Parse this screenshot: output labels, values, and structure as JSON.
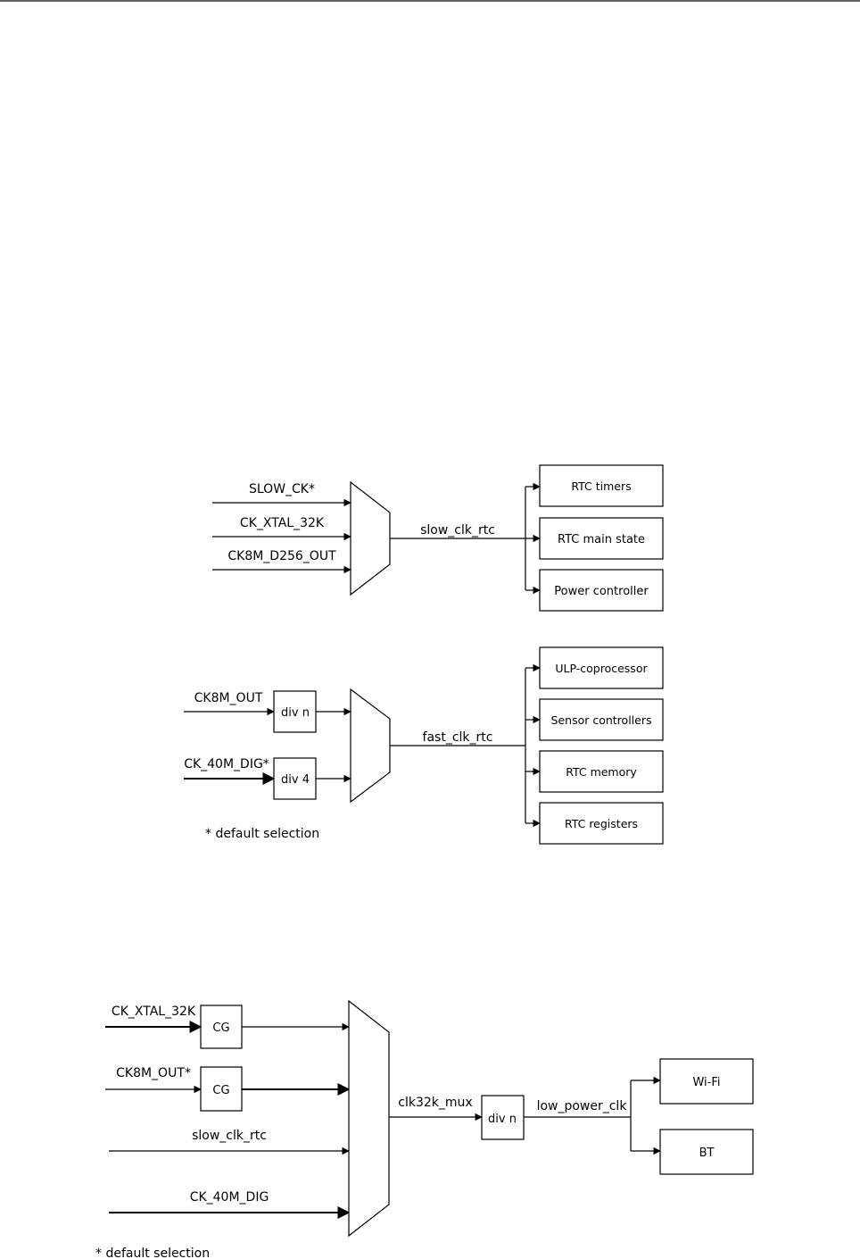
{
  "diagram1": {
    "inputs": [
      "SLOW_CK*",
      "CK_XTAL_32K",
      "CK8M_D256_OUT"
    ],
    "output_signal": "slow_clk_rtc",
    "targets": [
      "RTC timers",
      "RTC main state",
      "Power controller"
    ]
  },
  "diagram2": {
    "inputs": [
      "CK8M_OUT",
      "CK_40M_DIG*"
    ],
    "dividers": [
      "div n",
      "div 4"
    ],
    "output_signal": "fast_clk_rtc",
    "targets": [
      "ULP-coprocessor",
      "Sensor controllers",
      "RTC memory",
      "RTC registers"
    ],
    "footnote": "* default selection"
  },
  "diagram3": {
    "inputs": [
      "CK_XTAL_32K",
      "CK8M_OUT*",
      "slow_clk_rtc",
      "CK_40M_DIG"
    ],
    "gates": [
      "CG",
      "CG"
    ],
    "mux_output": "clk32k_mux",
    "divider": "div n",
    "output_signal": "low_power_clk",
    "targets": [
      "Wi-Fi",
      "BT"
    ],
    "footnote": "* default selection"
  }
}
